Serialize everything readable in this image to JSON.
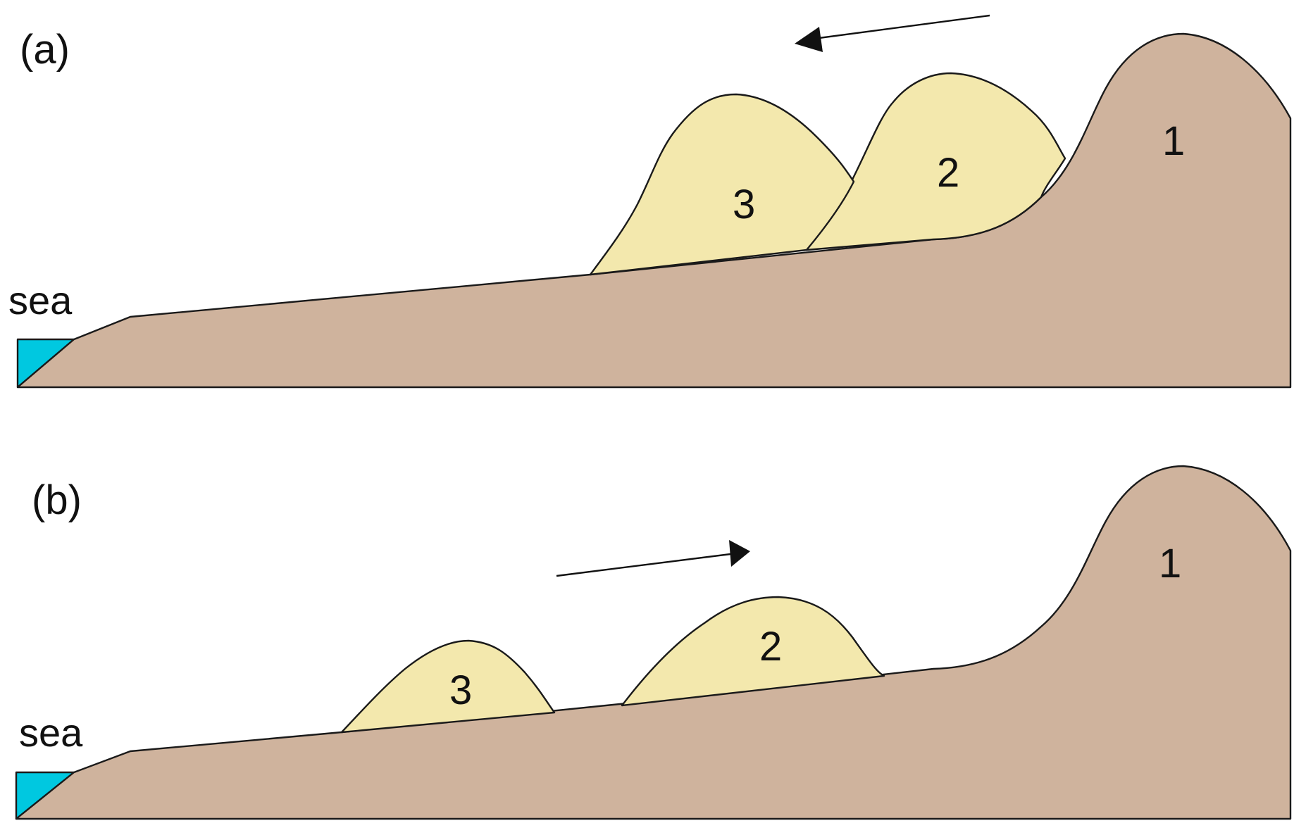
{
  "colors": {
    "ground": "#cfb39d",
    "dune": "#f3e8ad",
    "sea": "#00c8e0",
    "outline": "#1a1a1a"
  },
  "panels": [
    {
      "id": "a",
      "label": "(a)",
      "sea_label": "sea",
      "arrow_direction": "left",
      "dunes": [
        {
          "label": "1"
        },
        {
          "label": "2"
        },
        {
          "label": "3"
        }
      ]
    },
    {
      "id": "b",
      "label": "(b)",
      "sea_label": "sea",
      "arrow_direction": "right",
      "dunes": [
        {
          "label": "1"
        },
        {
          "label": "2"
        },
        {
          "label": "3"
        }
      ]
    }
  ]
}
